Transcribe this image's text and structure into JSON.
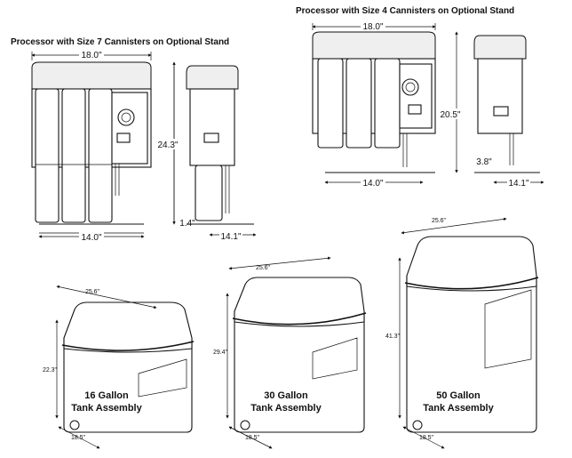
{
  "headings": {
    "size7": "Processor with Size 7 Cannisters on Optional Stand",
    "size4": "Processor with Size 4 Cannisters on Optional Stand"
  },
  "processor_size7": {
    "width_top": "18.0\"",
    "height": "24.3\"",
    "width_base": "14.0\"",
    "side_depth": "14.1\"",
    "side_offset": "1.4\""
  },
  "processor_size4": {
    "width_top": "18.0\"",
    "height": "20.5\"",
    "width_base": "14.0\"",
    "side_depth": "14.1\"",
    "side_offset": "3.8\""
  },
  "tanks": [
    {
      "name_line1": "16 Gallon",
      "name_line2": "Tank Assembly",
      "width": "25.6\"",
      "height": "22.3\"",
      "depth": "18.5\""
    },
    {
      "name_line1": "30 Gallon",
      "name_line2": "Tank Assembly",
      "width": "25.6\"",
      "height": "29.4\"",
      "depth": "18.5\""
    },
    {
      "name_line1": "50 Gallon",
      "name_line2": "Tank Assembly",
      "width": "25.6\"",
      "height": "41.3\"",
      "depth": "18.5\""
    }
  ]
}
